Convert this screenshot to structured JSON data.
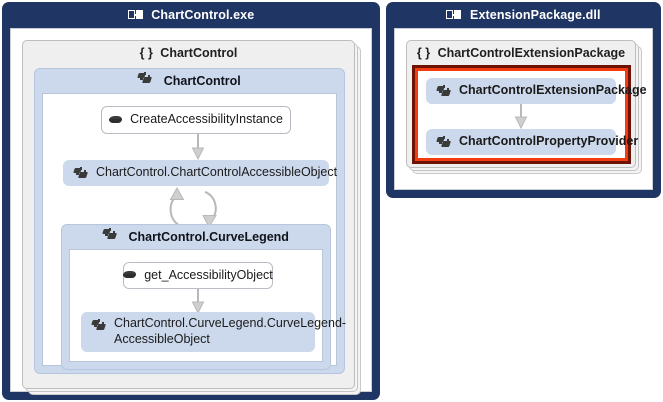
{
  "diagram": {
    "type": "architecture-layer-diagram",
    "assemblies": [
      {
        "id": "chartcontrol-exe",
        "title": "ChartControl.exe",
        "icon": "assembly-icon",
        "namespaces": [
          {
            "id": "ns-chartcontrol",
            "title": "ChartControl",
            "icon": "namespace-braces-icon",
            "classes": [
              {
                "id": "class-chartcontrol",
                "title": "ChartControl",
                "icon": "class-icon",
                "members": [
                  {
                    "id": "m-createaccessibilityinstance",
                    "label": "CreateAccessibilityInstance",
                    "kind": "method",
                    "icon": "method-icon"
                  },
                  {
                    "id": "m-chartcontrolaccessibleobject",
                    "label": "ChartControl.ChartControlAccessibleObject",
                    "kind": "class",
                    "icon": "class-icon"
                  }
                ],
                "nested": [
                  {
                    "id": "class-curvelegend",
                    "title": "ChartControl.CurveLegend",
                    "icon": "class-icon",
                    "members": [
                      {
                        "id": "m-get-accessibilityobject",
                        "label": "get_AccessibilityObject",
                        "kind": "method",
                        "icon": "method-icon"
                      },
                      {
                        "id": "m-curvelegendaccessibleobject",
                        "label": "ChartControl.CurveLegend.CurveLegend-AccessibleObject",
                        "kind": "class",
                        "icon": "class-icon"
                      }
                    ]
                  }
                ]
              }
            ]
          }
        ]
      },
      {
        "id": "extensionpackage-dll",
        "title": "ExtensionPackage.dll",
        "icon": "assembly-icon",
        "namespaces": [
          {
            "id": "ns-chartcontrolextensionpackage",
            "title": "ChartControlExtensionPackage",
            "icon": "namespace-braces-icon",
            "highlighted": true,
            "members": [
              {
                "id": "m-chartcontrolextensionpackage",
                "label": "ChartControlExtensionPackage",
                "kind": "class",
                "icon": "class-icon"
              },
              {
                "id": "m-chartcontrolpropertyprovider",
                "label": "ChartControlPropertyProvider",
                "kind": "class",
                "icon": "class-icon"
              }
            ]
          }
        ]
      }
    ]
  },
  "colors": {
    "assembly_background": "#1f3564",
    "assembly_title_text": "#ffffff",
    "namespace_background": "#efefef",
    "namespace_border": "#bdbdbd",
    "class_background": "#ccd9ec",
    "class_border": "#b6c6de",
    "node_method_background": "#ffffff",
    "node_method_border": "#b9bcc2",
    "arrow": "#b0b0b0",
    "highlight_inner": "#f03c10",
    "highlight_outer": "#6e1206",
    "page_background": "#ffffff"
  }
}
